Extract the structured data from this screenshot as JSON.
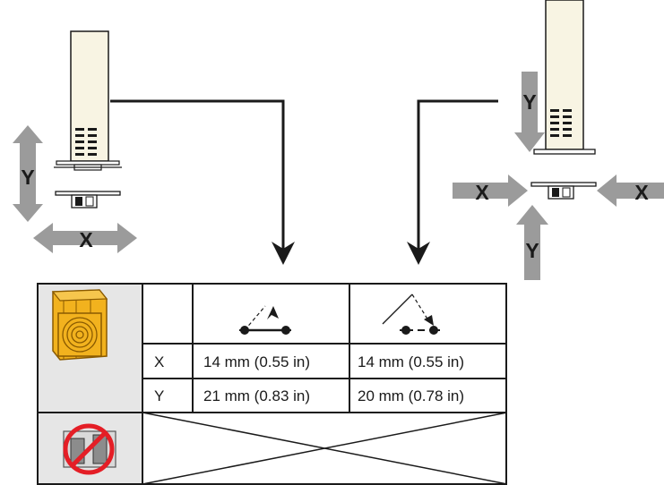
{
  "axis_labels": {
    "x": "X",
    "y": "Y"
  },
  "table": {
    "rows": [
      {
        "axis": "X",
        "value_1": "14 mm (0.55 in)",
        "value_2": "14 mm (0.55 in)"
      },
      {
        "axis": "Y",
        "value_1": "21 mm (0.83 in)",
        "value_2": "20 mm (0.78 in)"
      }
    ]
  },
  "colors": {
    "arrow_gray": "#9b9b9b",
    "wood_yellow": "#f2b21e",
    "column_fill": "#f8f4e3",
    "prohibit_red": "#e41e26",
    "table_header_bg": "#e6e6e6"
  }
}
